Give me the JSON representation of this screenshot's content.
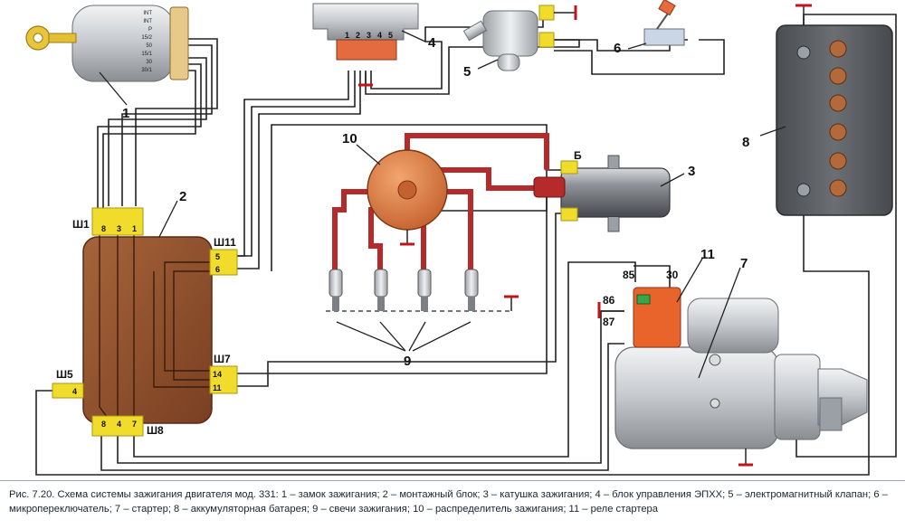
{
  "diagram": {
    "components": {
      "ignition_switch": "1",
      "mount_block": "2",
      "ignition_coil": "3",
      "ecu": "4",
      "solenoid_valve": "5",
      "microswitch": "6",
      "starter": "7",
      "battery": "8",
      "spark_plugs": "9",
      "distributor": "10",
      "starter_relay": "11"
    },
    "switch_terminals": [
      "INT",
      "INT",
      "P",
      "15/2",
      "50",
      "15/1",
      "30",
      "30/1"
    ],
    "ecu_pins": [
      "1",
      "2",
      "3",
      "4",
      "5"
    ],
    "connectors": {
      "sh1": {
        "label": "Ш1",
        "pins": [
          "8",
          "3",
          "1"
        ]
      },
      "sh11": {
        "label": "Ш11",
        "pins": [
          "5",
          "6"
        ]
      },
      "sh7": {
        "label": "Ш7",
        "pins": [
          "14",
          "11"
        ]
      },
      "sh5": {
        "label": "Ш5",
        "pins": [
          "4"
        ]
      },
      "sh8": {
        "label": "Ш8",
        "pins": [
          "8",
          "4",
          "7"
        ]
      }
    },
    "coil_terminal": "Б",
    "relay_terminals": [
      "85",
      "86",
      "87",
      "30"
    ],
    "colors": {
      "connector": "#f1dc2c",
      "mount_block": "#8f4f2a",
      "hv_wire": "#b52a2a",
      "distributor": "#dc7f4b",
      "relay": "#e8642a",
      "battery": "#585b5f"
    }
  },
  "caption": "Рис. 7.20. Схема системы зажигания двигателя мод. 331: 1 – замок зажигания; 2 – монтажный блок; 3 – катушка зажигания; 4 – блок управления ЭПХХ; 5 – электромагнитный клапан; 6 – микропереключатель; 7 – стартер; 8 – аккумуляторная батарея; 9 – свечи зажигания; 10 – распределитель зажигания; 11 – реле стартера"
}
